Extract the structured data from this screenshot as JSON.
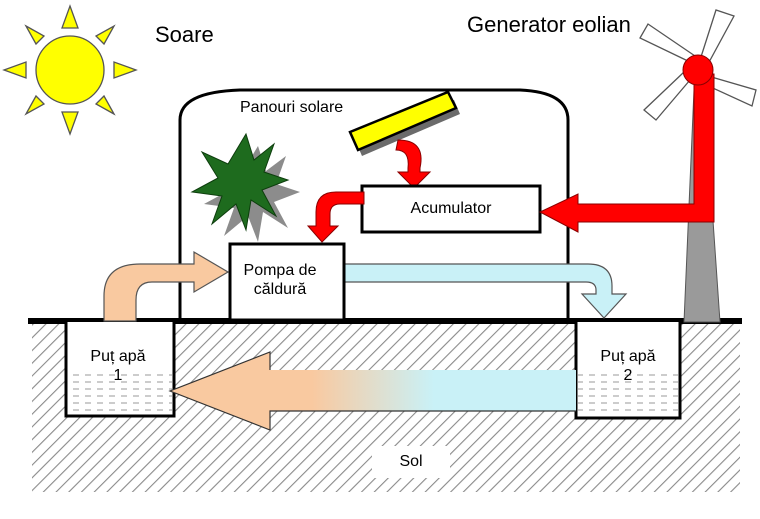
{
  "labels": {
    "sun": "Soare",
    "wind_generator": "Generator eolian",
    "solar_panels": "Panouri solare",
    "accumulator": "Acumulator",
    "heat_pump_line1": "Pompa de",
    "heat_pump_line2": "căldură",
    "well1_line1": "Puț apă",
    "well1_line2": "1",
    "well2_line1": "Puț apă",
    "well2_line2": "2",
    "soil": "Sol"
  },
  "colors": {
    "sun": "#ffff00",
    "solar_panel": "#ffff00",
    "power_arrow": "#ff0000",
    "warm_flow": "#f9c9a0",
    "cold_flow": "#c9f1f7",
    "plant": "#1e6b1e",
    "tower": "#999999",
    "ground_hatch": "#777777"
  }
}
